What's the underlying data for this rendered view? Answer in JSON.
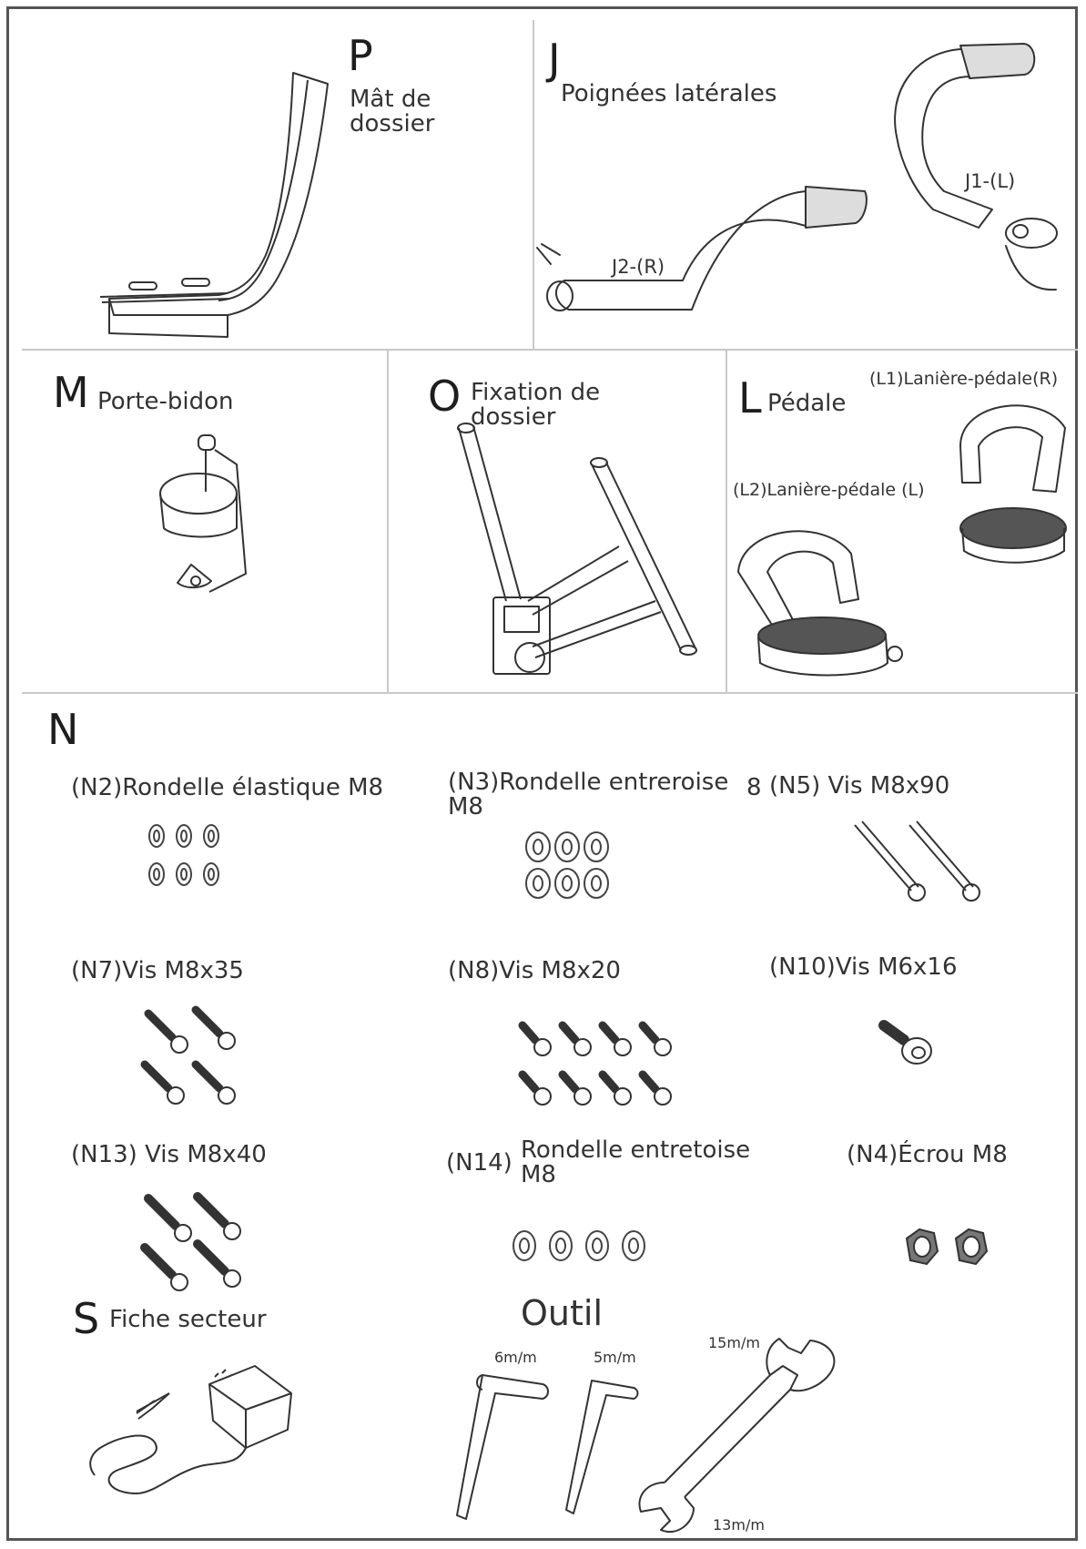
{
  "sections": {
    "P": {
      "letter": "P",
      "label": "Mât de\ndossier"
    },
    "J": {
      "letter": "J",
      "label": "Poignées latérales",
      "j1": "J1-(L)",
      "j2": "J2-(R)"
    },
    "M": {
      "letter": "M",
      "label": "Porte-bidon"
    },
    "O": {
      "letter": "O",
      "label": "Fixation de\ndossier"
    },
    "L": {
      "letter": "L",
      "label": "Pédale",
      "l1": "(L1)Lanière-pédale(R)",
      "l2": "(L2)Lanière-pédale (L)"
    },
    "N": {
      "letter": "N",
      "n2": "(N2)Rondelle élastique M8",
      "n3": "(N3)Rondelle entreroise\nM8",
      "n5_prefix": "8",
      "n5": "(N5) Vis M8x90",
      "n7": "(N7)Vis M8x35",
      "n8": "(N8)Vis M8x20",
      "n10": "(N10)Vis M6x16",
      "n13": "(N13) Vis M8x40",
      "n14_id": "(N14)",
      "n14": "Rondelle entretoise\nM8",
      "n4": "(N4)Écrou M8"
    },
    "S": {
      "letter": "S",
      "label": "Fiche secteur"
    },
    "tool": {
      "title": "Outil",
      "t6": "6m/m",
      "t5": "5m/m",
      "t15": "15m/m",
      "t13": "13m/m"
    }
  },
  "colors": {
    "line": "#333333",
    "rule": "#c8c8c8",
    "frame": "#555555"
  }
}
